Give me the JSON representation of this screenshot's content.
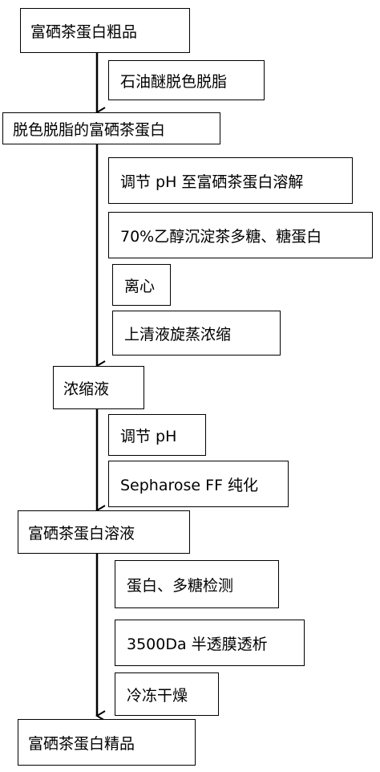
{
  "flow": {
    "step1": "富硒茶蛋白粗品",
    "step1_side": "石油醚脱色脱脂",
    "step2": "脱色脱脂的富硒茶蛋白",
    "step2_side1": "调节 pH 至富硒茶蛋白溶解",
    "step2_side2": "70%乙醇沉淀茶多糖、糖蛋白",
    "step2_side3": "离心",
    "step2_side4": "上清液旋蒸浓缩",
    "step3": "浓缩液",
    "step3_side1": "调节 pH",
    "step3_side2": "Sepharose FF 纯化",
    "step4": "富硒茶蛋白溶液",
    "step4_side1": "蛋白、多糖检测",
    "step4_side2": "3500Da 半透膜透析",
    "step4_side3": "冷冻干燥",
    "step5": "富硒茶蛋白精品"
  }
}
